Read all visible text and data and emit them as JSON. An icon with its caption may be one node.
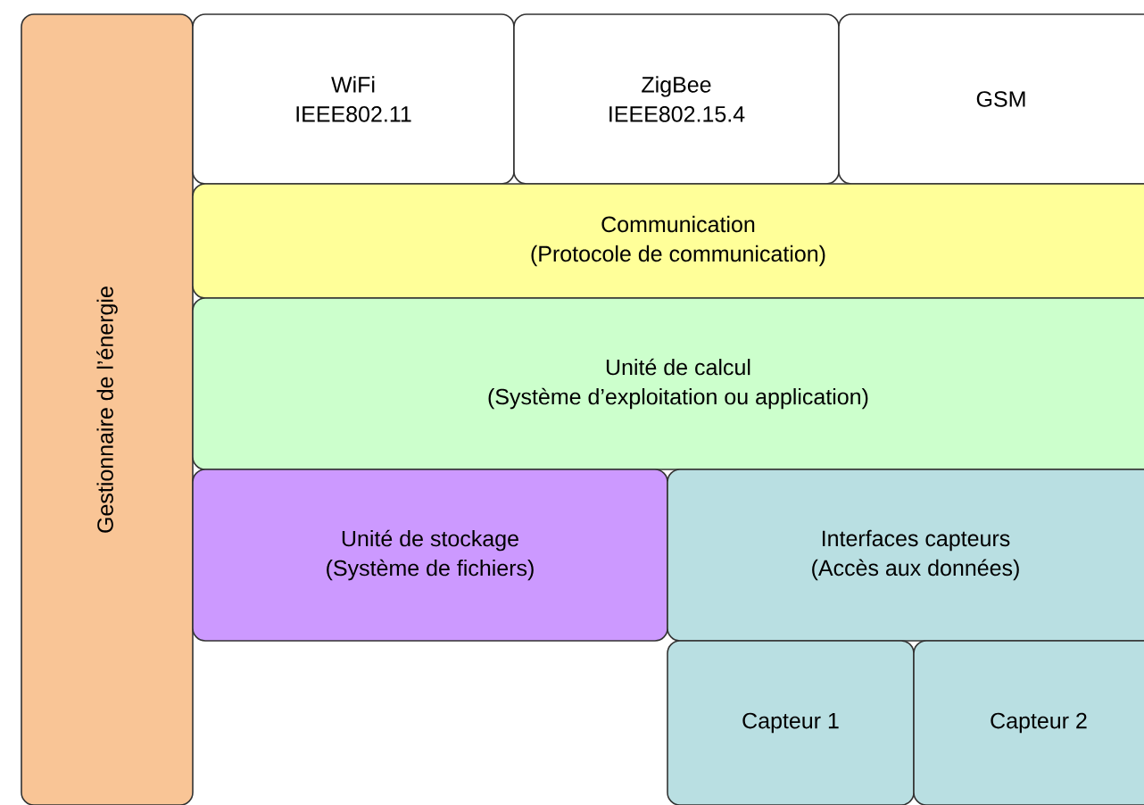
{
  "diagram": {
    "nodes": [
      {
        "text": [
          "Gestionnaire de l’énergie"
        ]
      },
      {
        "text": [
          "WiFi",
          "IEEE802.11"
        ]
      },
      {
        "text": [
          "ZigBee",
          "IEEE802.15.4"
        ]
      },
      {
        "text": [
          "GSM"
        ]
      },
      {
        "text": [
          "Communication",
          "(Protocole de communication)"
        ]
      },
      {
        "text": [
          "Unité de calcul",
          "(Système d’exploitation ou application)"
        ]
      },
      {
        "text": [
          "Unité de stockage",
          "(Système de fichiers)"
        ]
      },
      {
        "text": [
          "Interfaces capteurs",
          "(Accès aux données)"
        ]
      },
      {
        "text": [
          "Capteur 1"
        ]
      },
      {
        "text": [
          "Capteur 2"
        ]
      }
    ],
    "edges": []
  }
}
